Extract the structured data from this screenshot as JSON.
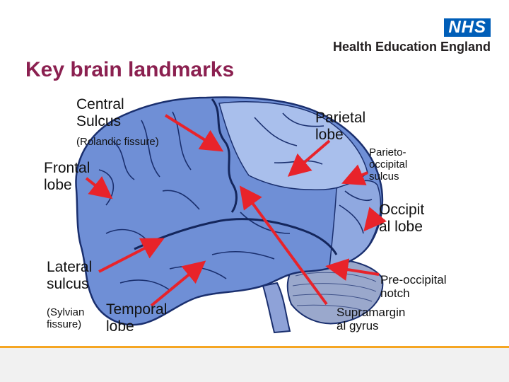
{
  "header": {
    "logo_badge": "NHS",
    "logo_text": "Health Education England"
  },
  "slide": {
    "title": "Key brain landmarks"
  },
  "labels": {
    "central_sulcus": "Central\nSulcus",
    "rolandic": "(Rolandic fissure)",
    "parietal": "Parietal\nlobe",
    "parieto_occipital": "Parieto-\noccipital\nsulcus",
    "frontal": "Frontal\nlobe",
    "occipital": "Occipit\nal lobe",
    "lateral_sulcus": "Lateral\nsulcus",
    "sylvian": "(Sylvian\nfissure)",
    "temporal": "Temporal\nlobe",
    "pre_occipital": "Pre-occipital\nnotch",
    "supramarginal": "Supramargin\nal gyrus"
  },
  "colors": {
    "title": "#8b2050",
    "nhs_blue": "#005eb8",
    "arrow": "#e8232a",
    "brain_fill": "#6f8fd6",
    "brain_light": "#a9bfec",
    "brain_stroke": "#1a2f6e",
    "cerebellum": "#9aa8cc",
    "footer_accent": "#f5a623"
  }
}
